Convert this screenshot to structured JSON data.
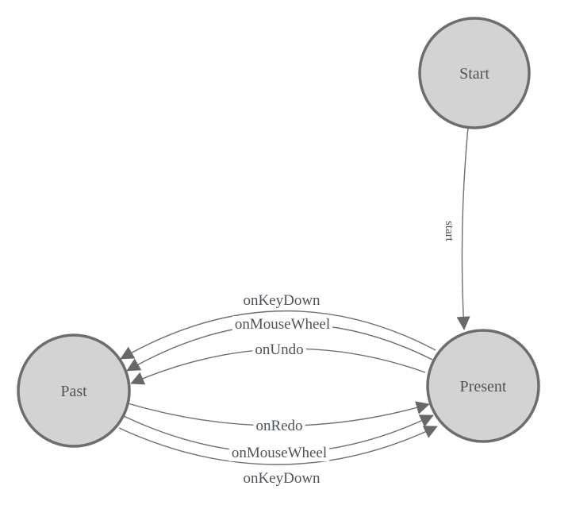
{
  "colors": {
    "background": "#ffffff",
    "node_fill": "#d3d3d3",
    "node_stroke": "#6d6d6d",
    "edge_stroke": "#707070",
    "arrow_fill": "#686868",
    "label_text": "#4e545a"
  },
  "states": [
    {
      "label": "Start"
    },
    {
      "label": "Past"
    },
    {
      "label": "Present"
    }
  ],
  "transitions": [
    {
      "from": "Start",
      "to": "Present",
      "label": "start"
    },
    {
      "from": "Present",
      "to": "Past",
      "label": "onKeyDown"
    },
    {
      "from": "Present",
      "to": "Past",
      "label": "onMouseWheel"
    },
    {
      "from": "Present",
      "to": "Past",
      "label": "onUndo"
    },
    {
      "from": "Past",
      "to": "Present",
      "label": "onRedo"
    },
    {
      "from": "Past",
      "to": "Present",
      "label": "onMouseWheel"
    },
    {
      "from": "Past",
      "to": "Present",
      "label": "onKeyDown"
    }
  ]
}
